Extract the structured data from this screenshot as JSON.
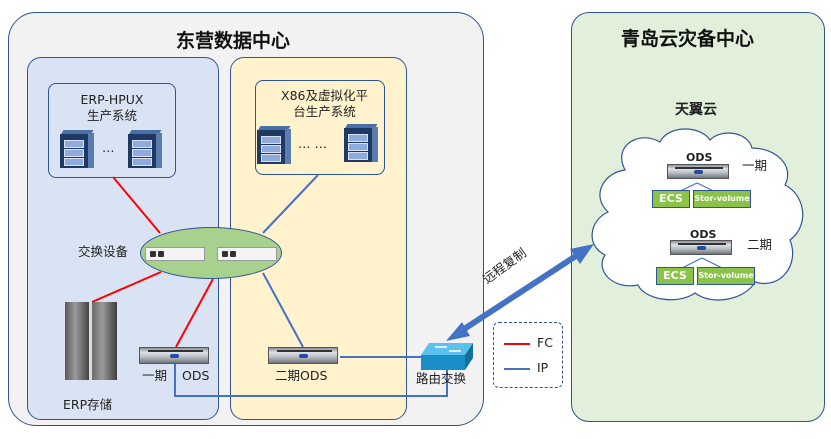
{
  "diagram": {
    "left_site": {
      "title": "东营数据中心",
      "erp_system": {
        "line1": "ERP-HPUX",
        "line2": "生产系统",
        "ellipsis": "…"
      },
      "x86_system": {
        "line1": "X86及虚拟化平",
        "line2": "台生产系统",
        "ellipsis": "…  …"
      },
      "switch_label": "交换设备",
      "storage_label": "ERP存储",
      "ods1_label_a": "一期",
      "ods1_label_b": "ODS",
      "ods2_label": "二期ODS",
      "router_label": "路由交换"
    },
    "link_label": "远程复制",
    "legend": {
      "items": [
        {
          "label": "FC",
          "color": "#ff0000"
        },
        {
          "label": "IP",
          "color": "#4472c4"
        }
      ]
    },
    "right_site": {
      "title": "青岛云灾备中心",
      "cloud_label": "天翼云",
      "phases": [
        {
          "ods_label": "ODS",
          "phase": "一期",
          "ecs": "ECS",
          "volume": "Stor-volume"
        },
        {
          "ods_label": "ODS",
          "phase": "二期",
          "ecs": "ECS",
          "volume": "Stor-volume"
        }
      ]
    },
    "colors": {
      "fc": "#ff0000",
      "ip": "#4472c4",
      "border": "#2f5597",
      "green": "#8bc34a"
    }
  }
}
